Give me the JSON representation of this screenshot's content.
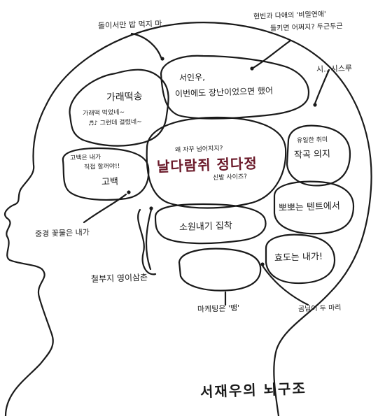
{
  "annotations": {
    "top_left": "돌이서만 밥 먹지 마",
    "top_right_line1": "현빈과 다애의 '비밀연애'",
    "top_right_line2": "들키면 어쩌지? 두근두근",
    "right_ellipsis": "시.. 시스루",
    "left_bottom": "중경 꽃물은 내가",
    "lower_left": "철부지 영이삼촌",
    "bottom_center": "마케팅은 '뱅'",
    "bottom_right": "곰님이 두 마리"
  },
  "lobes": {
    "left_upper": {
      "title": "가래떡송",
      "line1": "가래떡 먹었네~",
      "line2": "♬♪ 그런데 걸렸네~"
    },
    "left_middle": {
      "line1": "고백은 내가",
      "line2": "직접 할꺼야!!",
      "title": "고백"
    },
    "top_center": {
      "line1": "서인우,",
      "line2": "이번에도 장난이었으면 했어"
    },
    "center": {
      "top": "왜 자꾸 넘어지지?",
      "title": "날다람쥐 정다정",
      "bottom": "신발 사이즈?"
    },
    "right_upper": {
      "small": "유일한 취미",
      "title": "작곡 의지"
    },
    "right_middle": {
      "title": "뽀뽀는 텐트에서"
    },
    "right_lower": {
      "title": "효도는 내가!"
    },
    "center_lower": {
      "title": "소원내기 집착"
    }
  },
  "caption": "서재우의 뇌구조"
}
